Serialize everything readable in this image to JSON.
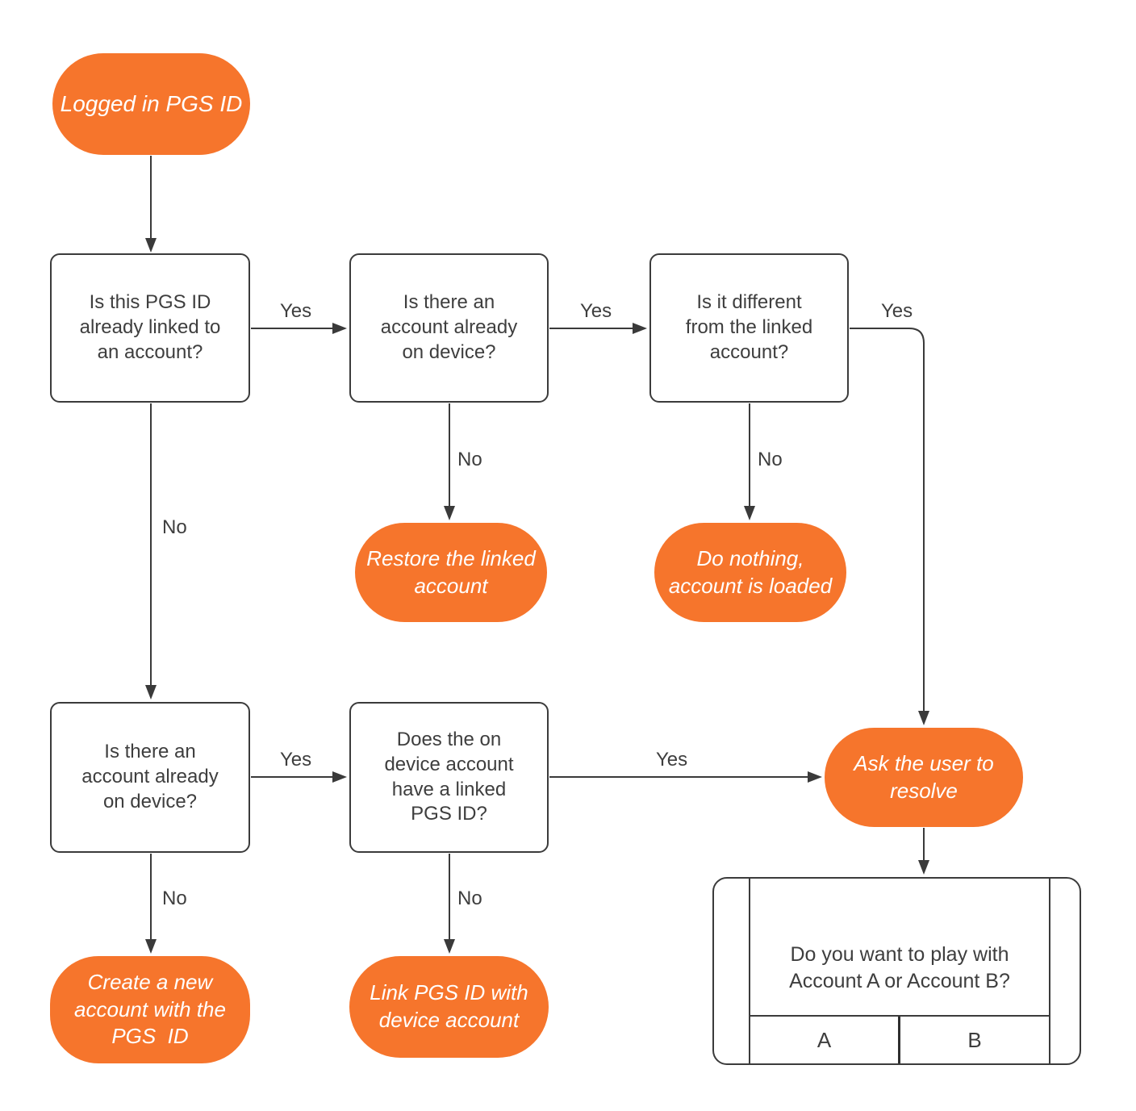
{
  "colors": {
    "accent_orange": "#F6752C",
    "connector_line": "#3A3A3A",
    "box_border": "#3B3B3B",
    "text": "#3E3E3E",
    "pill_text": "#FFFFFF"
  },
  "nodes": {
    "start": {
      "label": "Logged in PGS ID"
    },
    "is_linked": {
      "label": "Is this PGS ID\nalready linked to\nan account?"
    },
    "account_on_device_top": {
      "label": "Is there an\naccount already\non device?"
    },
    "is_different": {
      "label": "Is it different\nfrom the linked\naccount?"
    },
    "restore_linked": {
      "label": "Restore the linked\naccount"
    },
    "do_nothing": {
      "label": "Do nothing,\naccount is loaded"
    },
    "account_on_device_bottom": {
      "label": "Is there an\naccount already\non device?"
    },
    "has_linked_pgs": {
      "label": "Does the on\ndevice account\nhave a linked\nPGS ID?"
    },
    "ask_user": {
      "label": "Ask the user to\nresolve"
    },
    "create_new": {
      "label": "Create a new\naccount with the\nPGS  ID"
    },
    "link_pgs": {
      "label": "Link PGS ID with\ndevice account"
    }
  },
  "edges": {
    "is_linked_yes": "Yes",
    "on_device_top_yes": "Yes",
    "is_different_yes": "Yes",
    "on_device_top_no": "No",
    "is_different_no": "No",
    "is_linked_no": "No",
    "on_device_bottom_yes": "Yes",
    "has_linked_pgs_yes": "Yes",
    "on_device_bottom_no": "No",
    "has_linked_pgs_no": "No"
  },
  "dialog": {
    "question": "Do you want to play with\nAccount A or Account B?",
    "button_a": "A",
    "button_b": "B"
  }
}
